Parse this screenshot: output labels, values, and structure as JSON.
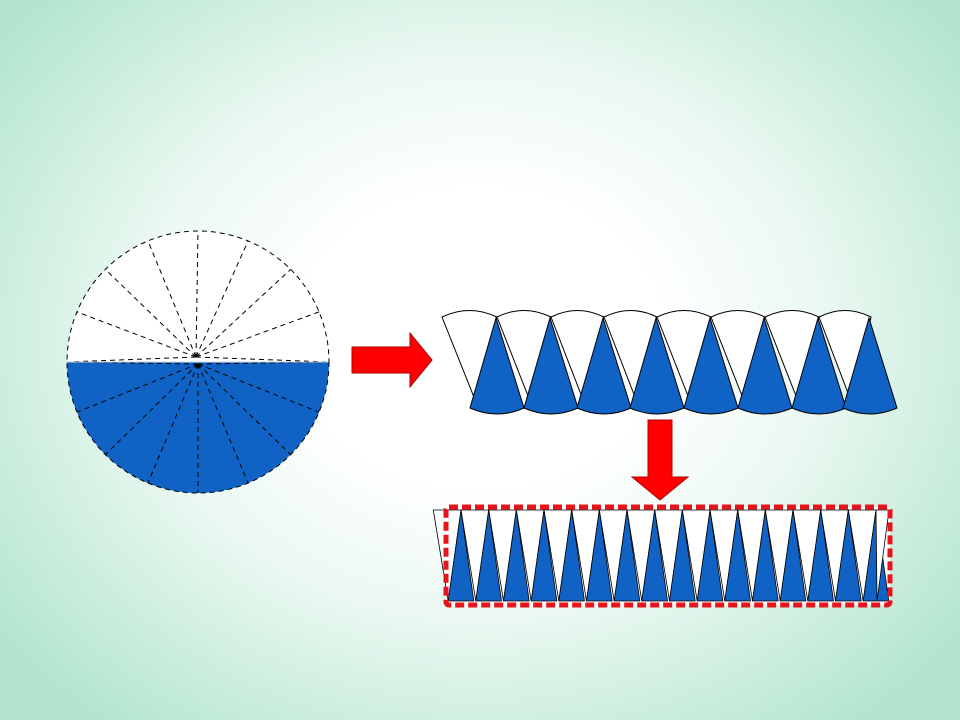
{
  "diagram": {
    "sector_count": 16,
    "half_sector_count": 8,
    "strip_triangle_count": 16,
    "colors": {
      "blue": "#1063c4",
      "white": "#ffffff",
      "outline": "#000000",
      "arrow": "#ff0000",
      "highlight_border": "#e8141c"
    }
  }
}
